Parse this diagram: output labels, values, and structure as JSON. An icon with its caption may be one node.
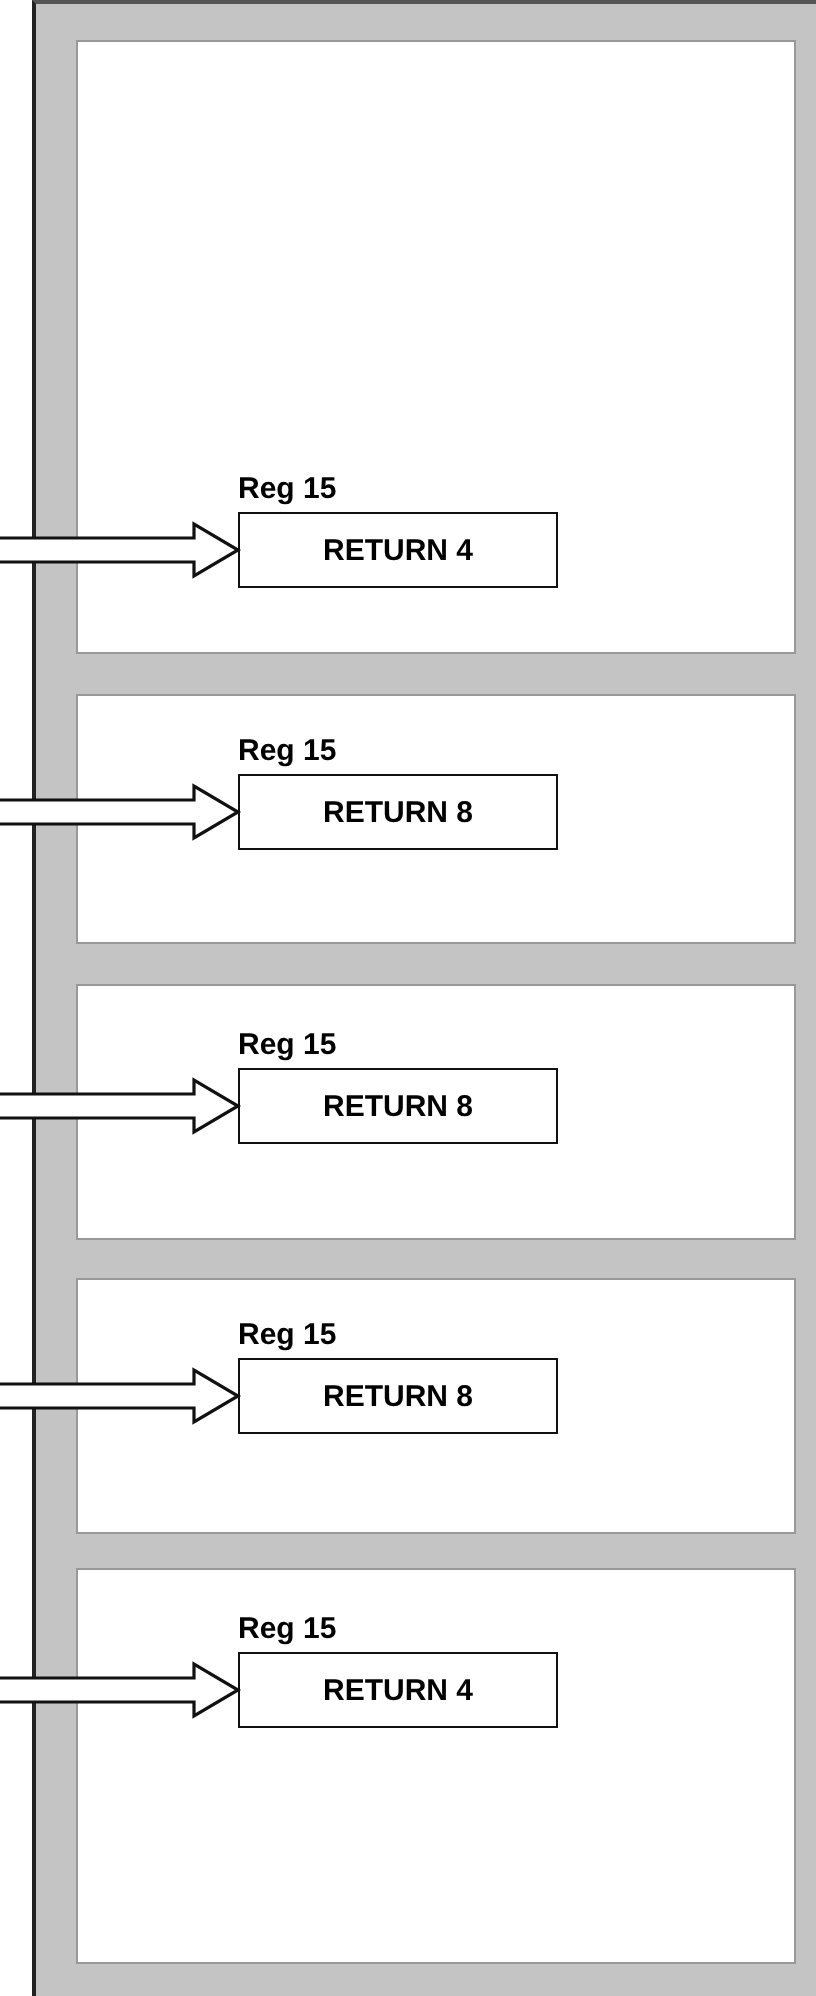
{
  "diagram": {
    "nodes": [
      {
        "text": [],
        "shape": "box"
      },
      {
        "text": [],
        "shape": "box",
        "in": 0
      },
      {
        "text": [
          "Reg 15",
          "RETURN 4"
        ],
        "in": 1
      },
      {
        "text": [],
        "shape": "box",
        "in": 0
      },
      {
        "text": [
          "Reg 15",
          "RETURN 8"
        ],
        "in": 3
      },
      {
        "text": [],
        "shape": "box",
        "in": 0
      },
      {
        "text": [
          "Reg 15",
          "RETURN 8"
        ],
        "in": 5
      },
      {
        "text": [],
        "shape": "box",
        "in": 0
      },
      {
        "text": [
          "Reg 15",
          "RETURN 8"
        ],
        "in": 7
      },
      {
        "text": [],
        "shape": "box",
        "in": 0
      },
      {
        "text": [
          "Reg 15",
          "RETURN 4"
        ],
        "in": 9
      }
    ],
    "edges": [
      {
        "from": null,
        "to": 2,
        "arrow": "to",
        "style": "thick"
      },
      {
        "from": null,
        "to": 4,
        "arrow": "to",
        "style": "thick"
      },
      {
        "from": null,
        "to": 6,
        "arrow": "to",
        "style": "thick"
      },
      {
        "from": null,
        "to": 8,
        "arrow": "to",
        "style": "thick"
      },
      {
        "from": null,
        "to": 10,
        "arrow": "to",
        "style": "thick"
      }
    ]
  }
}
